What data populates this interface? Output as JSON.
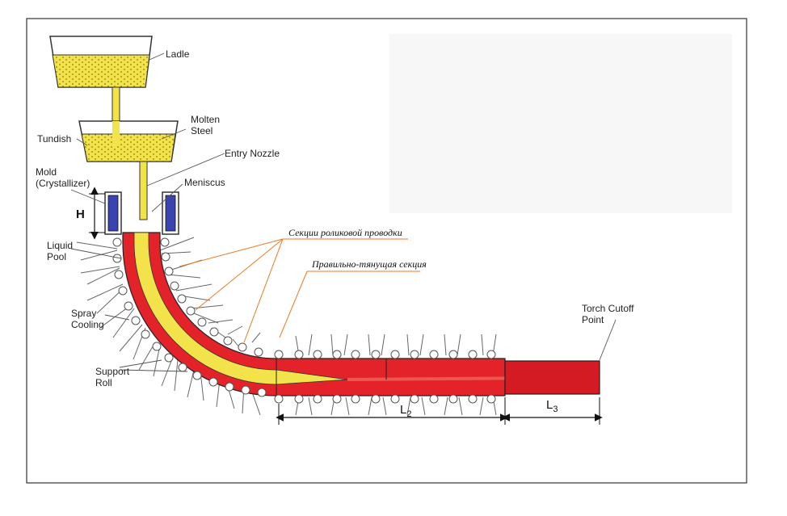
{
  "labels": {
    "ladle": "Ladle",
    "molten_steel_1": "Molten",
    "molten_steel_2": "Steel",
    "tundish": "Tundish",
    "entry_nozzle": "Entry Nozzle",
    "mold_1": "Mold",
    "mold_2": "(Crystallizer)",
    "meniscus": "Meniscus",
    "h": "H",
    "liquid_pool_1": "Liquid",
    "liquid_pool_2": "Pool",
    "spray_cooling_1": "Spray",
    "spray_cooling_2": "Cooling",
    "support_roll_1": "Support",
    "support_roll_2": "Roll",
    "torch_cutoff_1": "Torch Cutoff",
    "torch_cutoff_2": "Point",
    "roller_sections": "Секции роликовой проводки",
    "pull_straighten": "Правильно-тянущая секция",
    "l2": "L",
    "l2_sub": "2",
    "l3": "L",
    "l3_sub": "3"
  },
  "colors": {
    "steel_yellow": "#f2e34a",
    "strand_red": "#e4222a",
    "strand_dark_red": "#c8101a",
    "mold_blue": "#3a44b0",
    "leader_orange": "#ee7a20",
    "frame": "#333333"
  }
}
